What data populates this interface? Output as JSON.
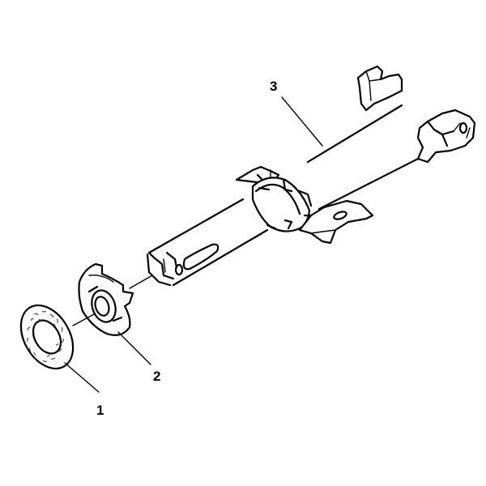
{
  "callouts": [
    {
      "id": "1",
      "label": "1"
    },
    {
      "id": "2",
      "label": "2"
    },
    {
      "id": "3",
      "label": "3"
    }
  ],
  "colors": {
    "ink": "#000000",
    "paper": "#ffffff",
    "texture": "#333333"
  }
}
